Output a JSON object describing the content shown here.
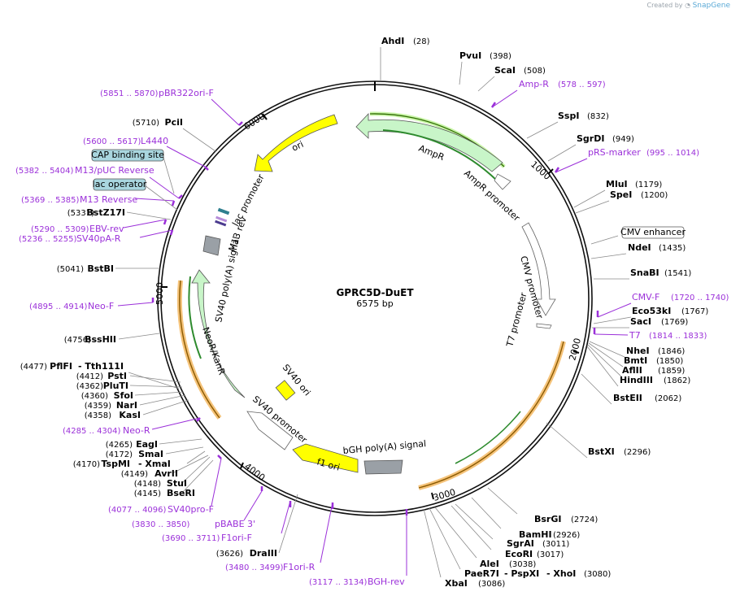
{
  "brand": {
    "created_by": "Created by",
    "name": "SnapGene"
  },
  "plasmid": {
    "name": "GPRC5D-DuET",
    "length": "6575 bp"
  },
  "ticks": [
    "1000",
    "2000",
    "3000",
    "4000",
    "5000",
    "6000"
  ],
  "enzymes": [
    {
      "name": "AhdI",
      "pos": "(28)"
    },
    {
      "name": "PvuI",
      "pos": "(398)"
    },
    {
      "name": "ScaI",
      "pos": "(508)"
    },
    {
      "name": "SspI",
      "pos": "(832)"
    },
    {
      "name": "SgrDI",
      "pos": "(949)"
    },
    {
      "name": "MluI",
      "pos": "(1179)"
    },
    {
      "name": "SpeI",
      "pos": "(1200)"
    },
    {
      "name": "NdeI",
      "pos": "(1435)"
    },
    {
      "name": "SnaBI",
      "pos": "(1541)"
    },
    {
      "name": "Eco53kI",
      "pos": "(1767)"
    },
    {
      "name": "SacI",
      "pos": "(1769)"
    },
    {
      "name": "NheI",
      "pos": "(1846)"
    },
    {
      "name": "BmtI",
      "pos": "(1850)"
    },
    {
      "name": "AflII",
      "pos": "(1859)"
    },
    {
      "name": "HindIII",
      "pos": "(1862)"
    },
    {
      "name": "BstEII",
      "pos": "(2062)"
    },
    {
      "name": "BstXI",
      "pos": "(2296)"
    },
    {
      "name": "BsrGI",
      "pos": "(2724)"
    },
    {
      "name": "BamHI",
      "pos": "(2926)"
    },
    {
      "name": "SgrAI",
      "pos": "(3011)"
    },
    {
      "name": "EcoRI",
      "pos": "(3017)"
    },
    {
      "name": "AleI",
      "pos": "(3038)"
    },
    {
      "name": "PaeR7I",
      "pos": "(3080)"
    },
    {
      "name": "PspXI",
      "pos": ""
    },
    {
      "name": "XhoI",
      "pos": ""
    },
    {
      "name": "XbaI",
      "pos": "(3086)"
    },
    {
      "name": "DraIII",
      "pos": "(3626)"
    },
    {
      "name": "BseRI",
      "pos": "(4145)"
    },
    {
      "name": "StuI",
      "pos": "(4148)"
    },
    {
      "name": "AvrII",
      "pos": "(4149)"
    },
    {
      "name": "TspMI",
      "pos": "(4170)"
    },
    {
      "name": "XmaI",
      "pos": ""
    },
    {
      "name": "SmaI",
      "pos": "(4172)"
    },
    {
      "name": "EagI",
      "pos": "(4265)"
    },
    {
      "name": "KasI",
      "pos": "(4358)"
    },
    {
      "name": "NarI",
      "pos": "(4359)"
    },
    {
      "name": "SfoI",
      "pos": "(4360)"
    },
    {
      "name": "PluTI",
      "pos": "(4362)"
    },
    {
      "name": "PstI",
      "pos": "(4412)"
    },
    {
      "name": "PflFI",
      "pos": "(4477)"
    },
    {
      "name": "Tth111I",
      "pos": ""
    },
    {
      "name": "BssHII",
      "pos": "(4756)"
    },
    {
      "name": "BstBI",
      "pos": "(5041)"
    },
    {
      "name": "BstZ17I",
      "pos": "(5331)"
    },
    {
      "name": "PciI",
      "pos": "(5710)"
    }
  ],
  "primers": [
    {
      "name": "Amp-R",
      "range": "(578 .. 597)"
    },
    {
      "name": "pRS-marker",
      "range": "(995 .. 1014)"
    },
    {
      "name": "CMV-F",
      "range": "(1720 .. 1740)"
    },
    {
      "name": "T7",
      "range": "(1814 .. 1833)"
    },
    {
      "name": "BGH-rev",
      "range": "(3117 .. 3134)"
    },
    {
      "name": "F1ori-R",
      "range": "(3480 .. 3499)"
    },
    {
      "name": "F1ori-F",
      "range": "(3690 .. 3711)"
    },
    {
      "name": "pBABE 3'",
      "range": "(3830 .. 3850)"
    },
    {
      "name": "SV40pro-F",
      "range": "(4077 .. 4096)"
    },
    {
      "name": "Neo-R",
      "range": "(4285 .. 4304)"
    },
    {
      "name": "Neo-F",
      "range": "(4895 .. 4914)"
    },
    {
      "name": "SV40pA-R",
      "range": "(5236 .. 5255)"
    },
    {
      "name": "EBV-rev",
      "range": "(5290 .. 5309)"
    },
    {
      "name": "M13 Reverse",
      "range": "(5369 .. 5385)"
    },
    {
      "name": "M13/pUC Reverse",
      "range": "(5382 .. 5404)"
    },
    {
      "name": "L4440",
      "range": "(5600 .. 5617)"
    },
    {
      "name": "pBR322ori-F",
      "range": "(5851 .. 5870)"
    }
  ],
  "boxed_features": [
    {
      "name": "CMV enhancer",
      "fill": "#ffffff"
    },
    {
      "name": "CAP binding site",
      "fill": "#a9d6df"
    },
    {
      "name": "lac operator",
      "fill": "#a9d6df"
    }
  ],
  "features": [
    {
      "name": "AmpR",
      "color": "#c8f5c8"
    },
    {
      "name": "AmpR promoter",
      "color": "#ffffff"
    },
    {
      "name": "CMV promoter",
      "color": "#ffffff"
    },
    {
      "name": "T7 promoter",
      "color": "#ffffff"
    },
    {
      "name": "bGH poly(A) signal",
      "color": "#9aa0a6"
    },
    {
      "name": "f1 ori",
      "color": "#ffff00"
    },
    {
      "name": "SV40 promoter",
      "color": "#ffffff"
    },
    {
      "name": "SV40 ori",
      "color": "#ffff00"
    },
    {
      "name": "NeoR/KanR",
      "color": "#c8f5c8"
    },
    {
      "name": "SV40 poly(A) signal",
      "color": "#9aa0a6"
    },
    {
      "name": "M13 rev",
      "color": "#b58bd8"
    },
    {
      "name": "lac promoter",
      "color": "#ffffff"
    },
    {
      "name": "ori",
      "color": "#ffff00"
    }
  ],
  "colors": {
    "primer": "#9b30d9",
    "orf": "#f5a623",
    "orf_inner": "#2e8b2e",
    "backbone": "#111111"
  }
}
